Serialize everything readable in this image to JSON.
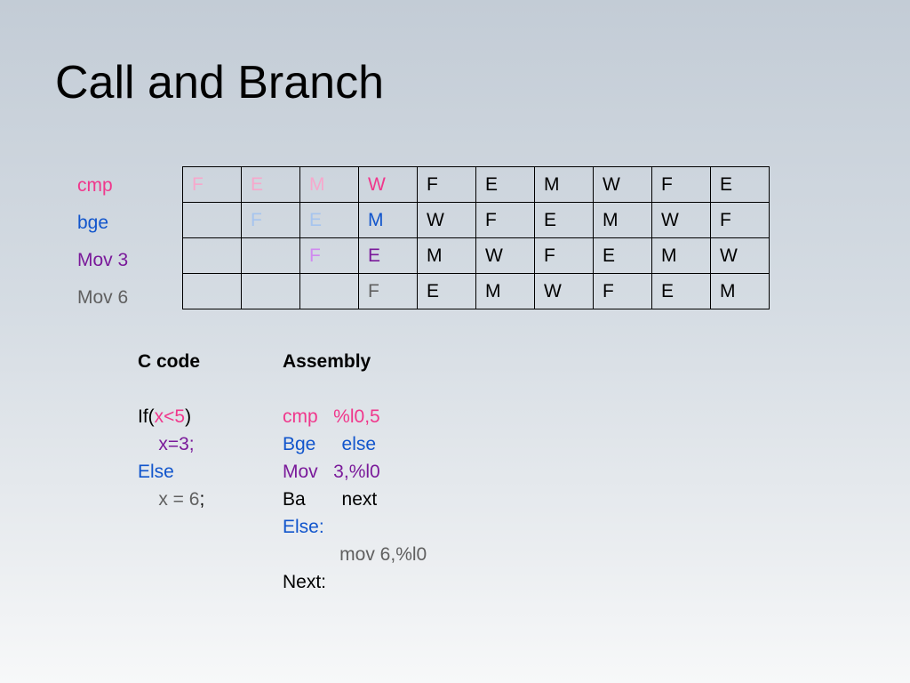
{
  "title": "Call and Branch",
  "colors": {
    "pink": "#f0378c",
    "pink_faint": "#f6a8cc",
    "blue": "#1155cc",
    "blue_faint": "#a6c4ee",
    "purple": "#7a1a9a",
    "purple_faint": "#d08af0",
    "gray": "#606060",
    "black": "#000000"
  },
  "rows": [
    {
      "label": "cmp",
      "color": "#f0378c"
    },
    {
      "label": "bge",
      "color": "#1155cc"
    },
    {
      "label": "Mov  3",
      "color": "#7a1a9a"
    },
    {
      "label": "Mov  6",
      "color": "#606060"
    }
  ],
  "grid": [
    [
      {
        "t": "F",
        "c": "#f6a8cc"
      },
      {
        "t": "E",
        "c": "#f6a8cc"
      },
      {
        "t": "M",
        "c": "#f6a8cc"
      },
      {
        "t": "W",
        "c": "#f0378c"
      },
      {
        "t": "F",
        "c": "#000000"
      },
      {
        "t": "E",
        "c": "#000000"
      },
      {
        "t": "M",
        "c": "#000000"
      },
      {
        "t": "W",
        "c": "#000000"
      },
      {
        "t": "F",
        "c": "#000000"
      },
      {
        "t": "E",
        "c": "#000000"
      }
    ],
    [
      {
        "t": "",
        "c": "#000000"
      },
      {
        "t": "F",
        "c": "#a6c4ee"
      },
      {
        "t": "E",
        "c": "#a6c4ee"
      },
      {
        "t": "M",
        "c": "#1155cc"
      },
      {
        "t": "W",
        "c": "#000000"
      },
      {
        "t": "F",
        "c": "#000000"
      },
      {
        "t": "E",
        "c": "#000000"
      },
      {
        "t": "M",
        "c": "#000000"
      },
      {
        "t": "W",
        "c": "#000000"
      },
      {
        "t": "F",
        "c": "#000000"
      }
    ],
    [
      {
        "t": "",
        "c": "#000000"
      },
      {
        "t": "",
        "c": "#000000"
      },
      {
        "t": "F",
        "c": "#d08af0"
      },
      {
        "t": "E",
        "c": "#7a1a9a"
      },
      {
        "t": "M",
        "c": "#000000"
      },
      {
        "t": "W",
        "c": "#000000"
      },
      {
        "t": "F",
        "c": "#000000"
      },
      {
        "t": "E",
        "c": "#000000"
      },
      {
        "t": "M",
        "c": "#000000"
      },
      {
        "t": "W",
        "c": "#000000"
      }
    ],
    [
      {
        "t": "",
        "c": "#000000"
      },
      {
        "t": "",
        "c": "#000000"
      },
      {
        "t": "",
        "c": "#000000"
      },
      {
        "t": "F",
        "c": "#606060"
      },
      {
        "t": "E",
        "c": "#000000"
      },
      {
        "t": "M",
        "c": "#000000"
      },
      {
        "t": "W",
        "c": "#000000"
      },
      {
        "t": "F",
        "c": "#000000"
      },
      {
        "t": "E",
        "c": "#000000"
      },
      {
        "t": "M",
        "c": "#000000"
      }
    ]
  ],
  "c_code": {
    "heading": "C code",
    "lines": [
      [
        {
          "t": "",
          "c": "#000000"
        }
      ],
      [
        {
          "t": "If(",
          "c": "#000000"
        },
        {
          "t": "x<5",
          "c": "#f0378c"
        },
        {
          "t": ")",
          "c": "#000000"
        }
      ],
      [
        {
          "t": "    ",
          "c": "#000000"
        },
        {
          "t": "x=3;",
          "c": "#7a1a9a"
        }
      ],
      [
        {
          "t": "Else",
          "c": "#1155cc"
        }
      ],
      [
        {
          "t": "    ",
          "c": "#000000"
        },
        {
          "t": "x = 6",
          "c": "#606060"
        },
        {
          "t": ";",
          "c": "#000000"
        }
      ]
    ]
  },
  "assembly": {
    "heading": "Assembly",
    "lines": [
      [
        {
          "t": "",
          "c": "#000000"
        }
      ],
      [
        {
          "t": "cmp   %l0,5",
          "c": "#f0378c"
        }
      ],
      [
        {
          "t": "Bge     else",
          "c": "#1155cc"
        }
      ],
      [
        {
          "t": "Mov   3,%l0",
          "c": "#7a1a9a"
        }
      ],
      [
        {
          "t": "Ba       next",
          "c": "#000000"
        }
      ],
      [
        {
          "t": "Else:",
          "c": "#1155cc"
        }
      ],
      [
        {
          "t": "           mov 6,%l0",
          "c": "#606060"
        }
      ],
      [
        {
          "t": "Next:",
          "c": "#000000"
        }
      ]
    ]
  }
}
